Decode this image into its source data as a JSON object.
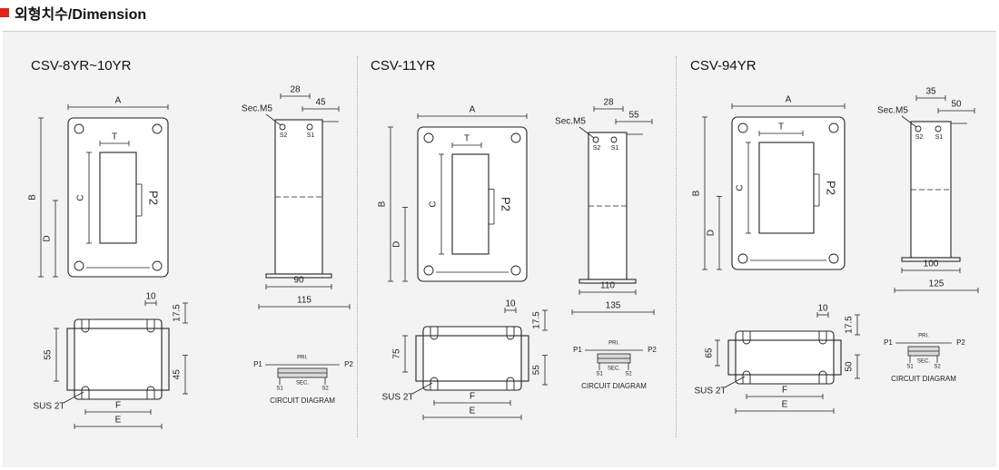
{
  "header": {
    "title": "외형치수/Dimension",
    "accent_color": "#e2231a"
  },
  "models": [
    {
      "name": "CSV-8YR~10YR",
      "top_dims": [
        "28",
        "45"
      ],
      "side_dims": [
        "90",
        "115"
      ],
      "base_dims": [
        "10",
        "17.5",
        "55",
        "45"
      ]
    },
    {
      "name": "CSV-11YR",
      "top_dims": [
        "28",
        "55"
      ],
      "side_dims": [
        "110",
        "135"
      ],
      "base_dims": [
        "10",
        "17.5",
        "75",
        "55"
      ]
    },
    {
      "name": "CSV-94YR",
      "top_dims": [
        "35",
        "50"
      ],
      "side_dims": [
        "100",
        "125"
      ],
      "base_dims": [
        "10",
        "17.5",
        "65",
        "50"
      ]
    }
  ],
  "labels": {
    "A": "A",
    "B": "B",
    "C": "C",
    "D": "D",
    "T": "T",
    "E": "E",
    "F": "F",
    "P1": "P1",
    "P2": "P2",
    "S1": "S1",
    "S2": "S2",
    "PRI": "PRI.",
    "SEC": "SEC.",
    "sec_terminal": "Sec.M5",
    "sus": "SUS 2T",
    "circuit": "CIRCUIT DIAGRAM"
  }
}
